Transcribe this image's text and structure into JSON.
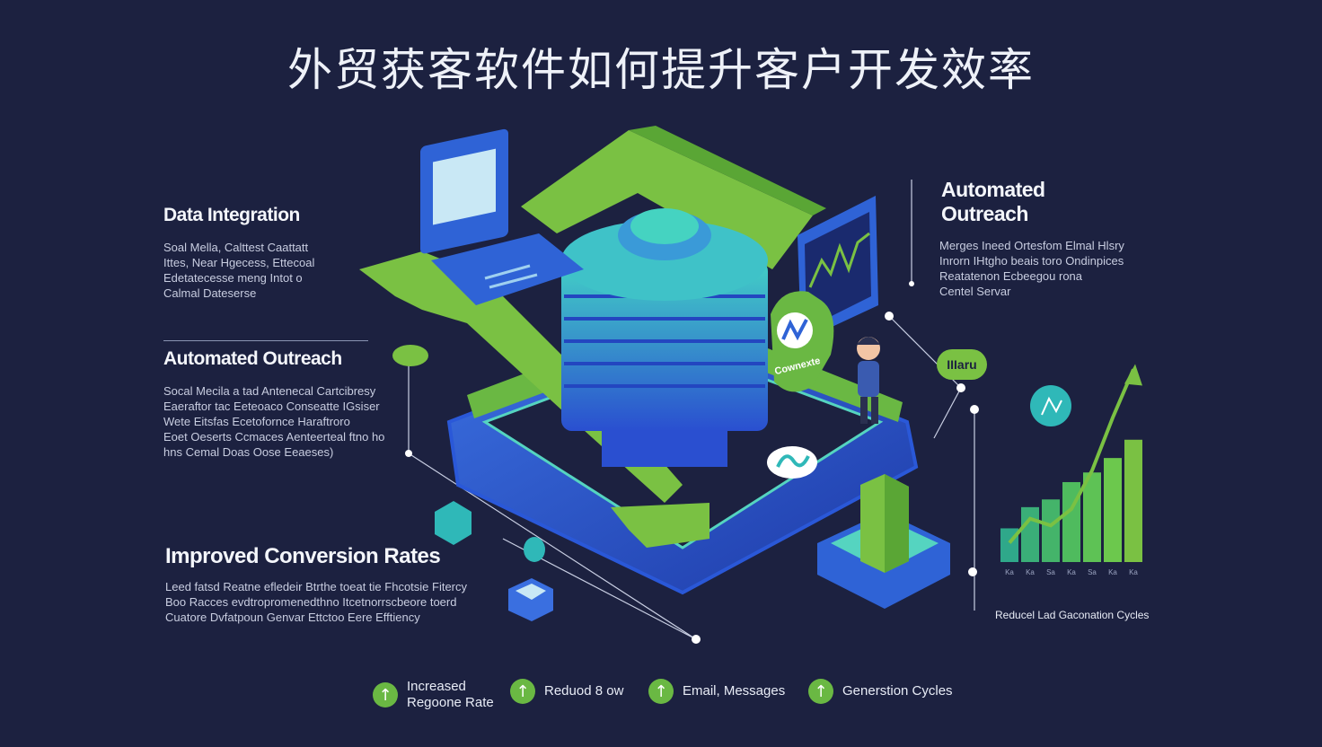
{
  "title": "外贸获客软件如何提升客户开发效率",
  "colors": {
    "background": "#1c2140",
    "green": "#7ac143",
    "blue": "#2f63d6",
    "teal": "#2fb8b8"
  },
  "left_panels": [
    {
      "heading": "Data Integration",
      "body": "Soal Mella, Calttest Caattatt\nIttes, Near Hgecess, Ettecoal\nEdetatecesse meng Intot o\nCalmal Dateserse"
    },
    {
      "heading": "Automated Outreach",
      "body": "Socal Mecila a tad Antenecal Cartcibresy\nEaeraftor tac Eeteoaco Conseatte IGsiser\nWete Eitsfas Ecetofornce Haraftroro\nEoet Oeserts Ccmaces Aenteerteal ftno ho\nhns Cemal Doas Oose Eeaeses)"
    },
    {
      "heading": "Improved Conversion Rates",
      "body": "Leed fatsd Reatne efledeir Btrthe toeat tie Fhcotsie Fitercy\nBoo Racces evdtropromenedthno Itcetnorrscbeore toerd\nCuatore Dvfatpoun Genvar Ettctoo Eere Efftiency"
    }
  ],
  "right_panel": {
    "heading": "Automated\nOutreach",
    "body": "Merges Ineed Ortesfom Elmal Hlsry\nInrorn IHtgho beais toro Ondinpices\nReatatenon Ecbeegou rona\nCentel Servar"
  },
  "center_labels": {
    "badge_text": "Cownexte",
    "pill_text": "IIIaru"
  },
  "chart_caption": "Reducel Lad Gaconation Cycles",
  "chart_data": {
    "type": "bar",
    "categories": [
      "Ka",
      "Ka",
      "Sa",
      "Ka",
      "Sa",
      "Ka",
      "Ka"
    ],
    "values": [
      35,
      57,
      65,
      83,
      93,
      108,
      127
    ],
    "trend": [
      20,
      45,
      38,
      55,
      95,
      150,
      200
    ],
    "ylim": [
      0,
      220
    ]
  },
  "legend": [
    {
      "icon": "arrow-up-icon",
      "label": "Increased\nRegoone Rate"
    },
    {
      "icon": "arrow-up-icon",
      "label": "Reduod 8 ow"
    },
    {
      "icon": "arrow-up-icon",
      "label": "Email, Messages"
    },
    {
      "icon": "arrow-up-icon",
      "label": "Generstion Cycles"
    }
  ]
}
